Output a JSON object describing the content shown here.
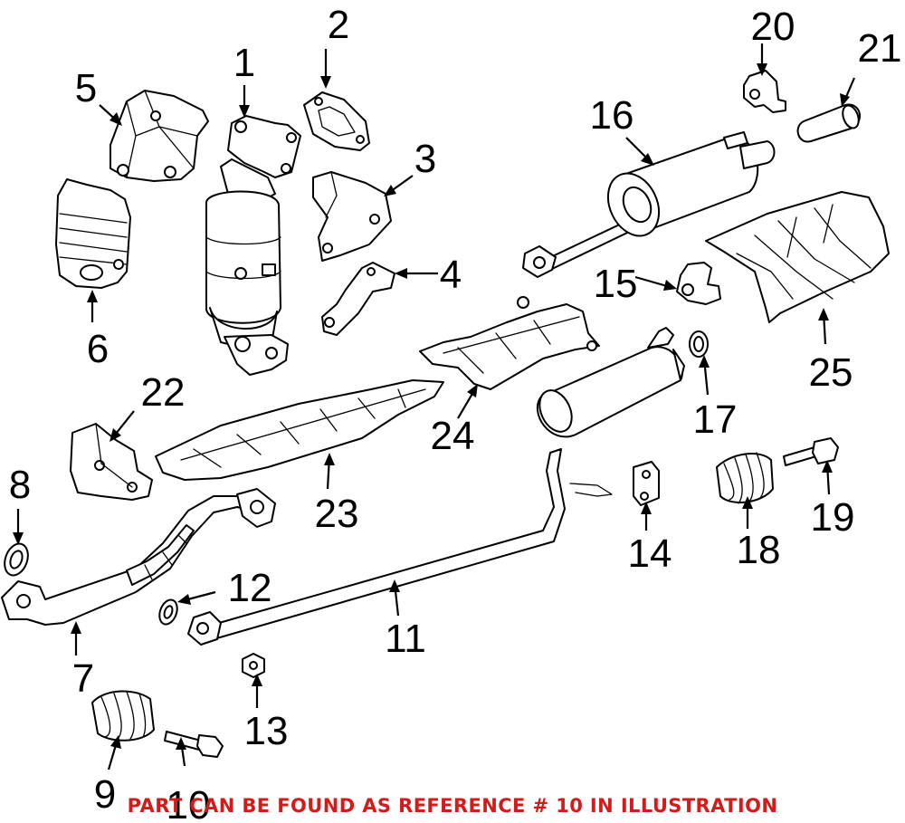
{
  "callouts": [
    {
      "id": "1",
      "label": "1"
    },
    {
      "id": "2",
      "label": "2"
    },
    {
      "id": "3",
      "label": "3"
    },
    {
      "id": "4",
      "label": "4"
    },
    {
      "id": "5",
      "label": "5"
    },
    {
      "id": "6",
      "label": "6"
    },
    {
      "id": "7",
      "label": "7"
    },
    {
      "id": "8",
      "label": "8"
    },
    {
      "id": "9",
      "label": "9"
    },
    {
      "id": "10",
      "label": "10"
    },
    {
      "id": "11",
      "label": "11"
    },
    {
      "id": "12",
      "label": "12"
    },
    {
      "id": "13",
      "label": "13"
    },
    {
      "id": "14",
      "label": "14"
    },
    {
      "id": "15",
      "label": "15"
    },
    {
      "id": "16",
      "label": "16"
    },
    {
      "id": "17",
      "label": "17"
    },
    {
      "id": "18",
      "label": "18"
    },
    {
      "id": "19",
      "label": "19"
    },
    {
      "id": "20",
      "label": "20"
    },
    {
      "id": "21",
      "label": "21"
    },
    {
      "id": "22",
      "label": "22"
    },
    {
      "id": "23",
      "label": "23"
    },
    {
      "id": "24",
      "label": "24"
    },
    {
      "id": "25",
      "label": "25"
    }
  ],
  "footer_note": "PART CAN BE FOUND AS REFERENCE # 10 IN ILLUSTRATION",
  "colors": {
    "footer_text": "#d61a1a",
    "line_art": "#000000",
    "background": "#ffffff"
  }
}
